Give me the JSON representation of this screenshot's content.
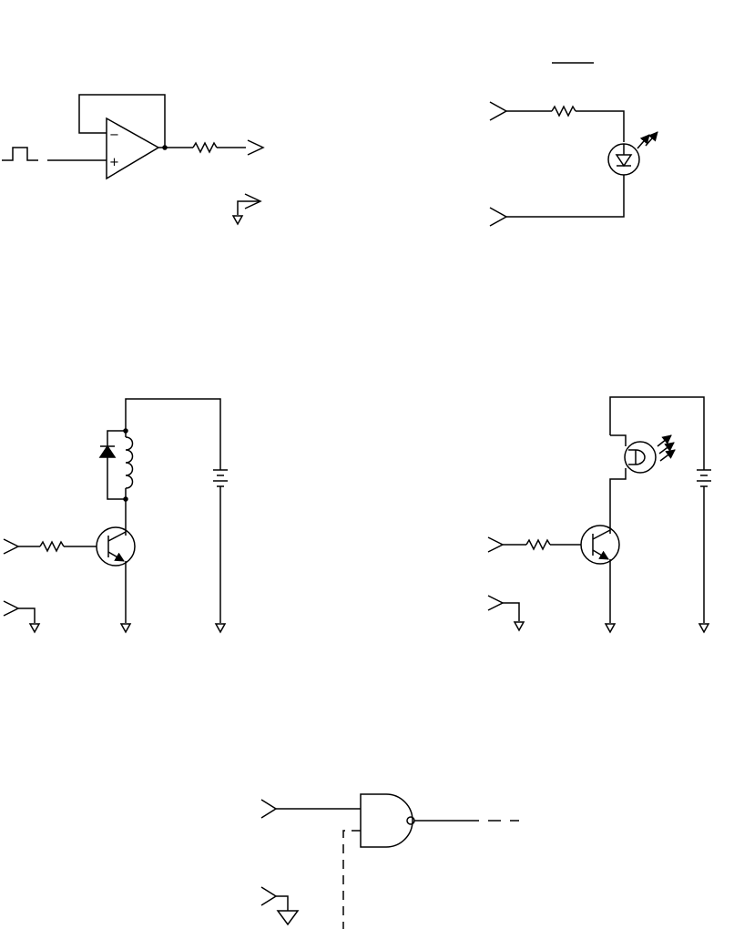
{
  "colors": {
    "ink": "#000000",
    "background": "#ffffff"
  },
  "opamp": {
    "minus": "−",
    "plus": "+"
  },
  "circuits": [
    {
      "name": "opamp-buffer-circuit"
    },
    {
      "name": "led-circuit"
    },
    {
      "name": "relay-driver-circuit"
    },
    {
      "name": "lamp-driver-circuit"
    },
    {
      "name": "nand-gate-circuit"
    }
  ]
}
